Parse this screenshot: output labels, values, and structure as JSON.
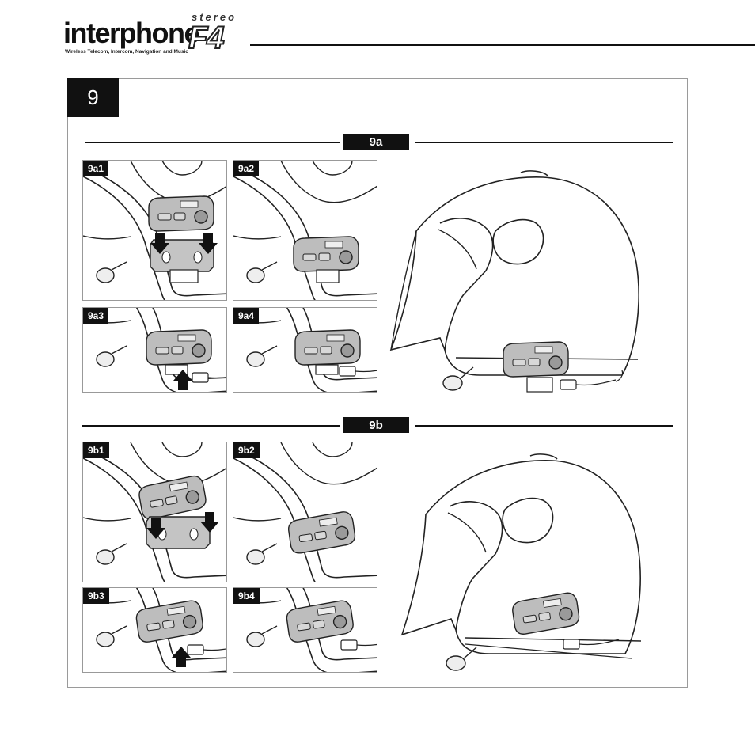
{
  "header": {
    "brand": "interphone",
    "model_stereo": "stereo",
    "model_name": "F4",
    "tagline": "Wireless Telecom, Intercom, Navigation and Music"
  },
  "step": {
    "number": "9"
  },
  "sections": [
    {
      "label": "9a",
      "thumbnails": [
        {
          "label": "9a1"
        },
        {
          "label": "9a2"
        },
        {
          "label": "9a3"
        },
        {
          "label": "9a4"
        }
      ]
    },
    {
      "label": "9b",
      "thumbnails": [
        {
          "label": "9b1"
        },
        {
          "label": "9b2"
        },
        {
          "label": "9b3"
        },
        {
          "label": "9b4"
        }
      ]
    }
  ]
}
